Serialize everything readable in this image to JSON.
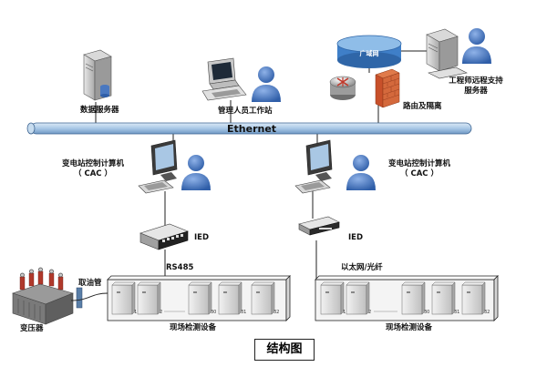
{
  "labels": {
    "db_server": "数据服务器",
    "mgmt_station": "管理人员工作站",
    "wan": "广域网",
    "router_firewall": "路由及隔离",
    "engineer_server_line1": "工程师远程支持",
    "engineer_server_line2": "服务器",
    "ethernet": "Ethernet",
    "cac_left_line1": "变电站控制计算机",
    "cac_left_line2": "（ CAC ）",
    "cac_right_line1": "变电站控制计算机",
    "cac_right_line2": "（ CAC ）",
    "ied_left": "IED",
    "ied_right": "IED",
    "rs485": "RS485",
    "ethernet_fiber": "以太网/光纤",
    "oil_pipe": "取油管",
    "transformer": "变压器",
    "field_devices_left": "现场检测设备",
    "field_devices_right": "现场检测设备",
    "caption": "结构图"
  },
  "rack_numbers_left": [
    "1",
    "2",
    "30",
    "31",
    "32"
  ],
  "rack_numbers_right": [
    "1",
    "2",
    "30",
    "31",
    "32"
  ],
  "colors": {
    "bus": "#a9c8e6",
    "wan": "#5b9bd5",
    "person": "#4a78c0",
    "firewall": "#c8502a"
  }
}
